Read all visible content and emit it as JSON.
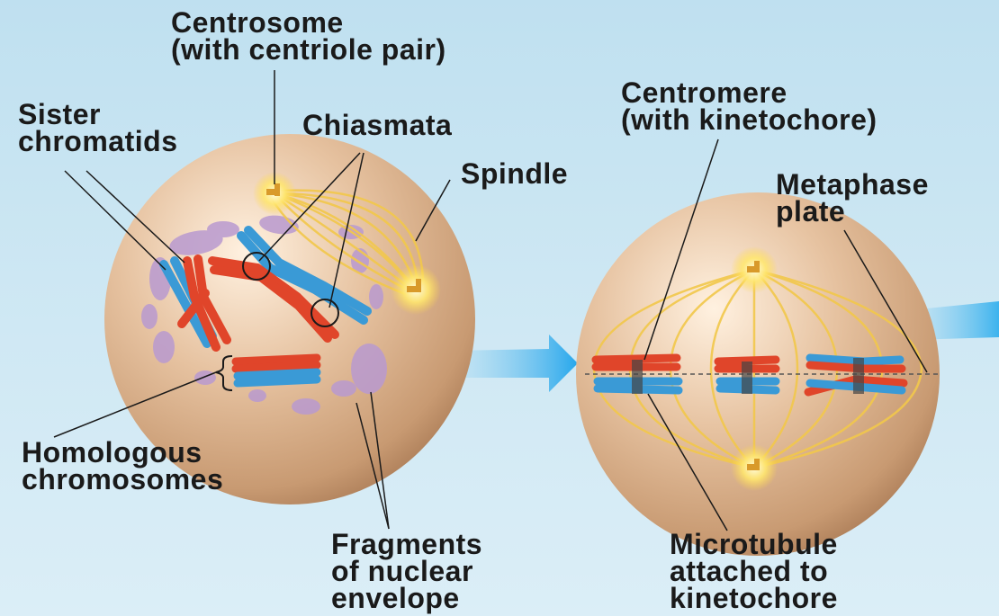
{
  "labels": {
    "centrosome": [
      "Centrosome",
      "(with centriole pair)"
    ],
    "sister_chromatids": [
      "Sister",
      "chromatids"
    ],
    "chiasmata": [
      "Chiasmata"
    ],
    "spindle": [
      "Spindle"
    ],
    "centromere": [
      "Centromere",
      "(with kinetochore)"
    ],
    "metaphase_plate": [
      "Metaphase",
      "plate"
    ],
    "homologous_chromosomes": [
      "Homologous",
      "chromosomes"
    ],
    "fragments": [
      "Fragments",
      "of nuclear",
      "envelope"
    ],
    "microtubule": [
      "Microtubule",
      "attached to",
      "kinetochore"
    ]
  },
  "colors": {
    "background": "#c8e4f2",
    "cell": "#d9b08c",
    "chromatid_red": "#e0452a",
    "chromatid_blue": "#3a9ad6",
    "spindle": "#f2c84b",
    "nuclear_fragments": "#b99ad0",
    "arrow": "#3fb2ec"
  }
}
